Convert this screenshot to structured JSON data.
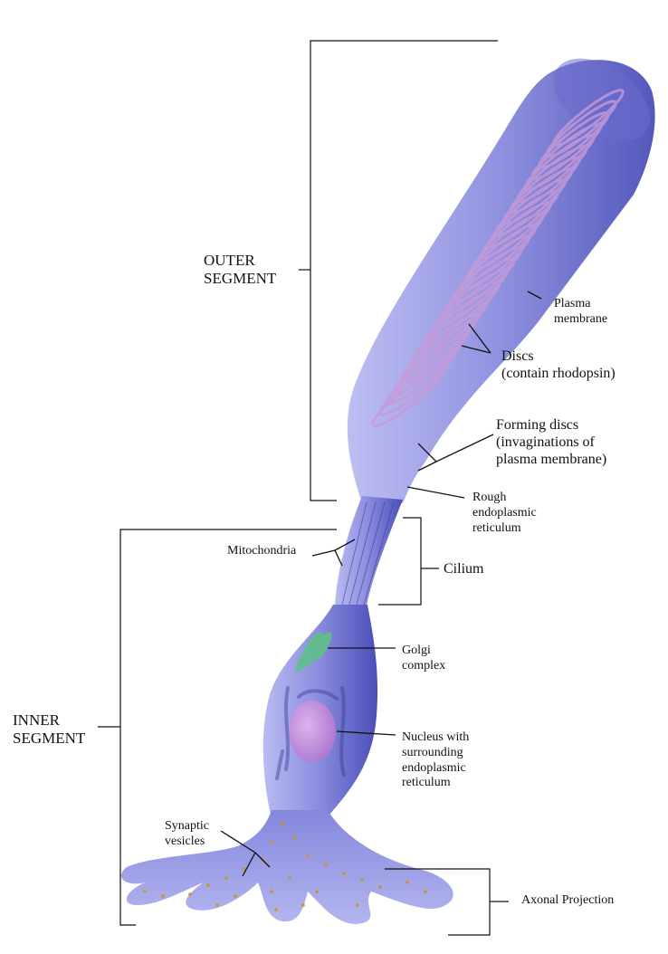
{
  "labels": {
    "outer_segment": "OUTER\nSEGMENT",
    "inner_segment": "INNER\nSEGMENT",
    "plasma_membrane": "Plasma\nmembrane",
    "discs": "Discs\n(contain rhodopsin)",
    "forming_discs": "Forming discs\n(invaginations of\nplasma membrane)",
    "rough_er": "Rough\nendoplasmic\nreticulum",
    "mitochondria": "Mitochondria",
    "cilium": "Cilium",
    "golgi": "Golgi\ncomplex",
    "nucleus": "Nucleus with\nsurrounding\nendoplasmic\nreticulum",
    "synaptic_vesicles": "Synaptic\nvesicles",
    "axonal_projection": "Axonal Projection"
  },
  "colors": {
    "cell_body": "#8f90e0",
    "cell_dark": "#4a4fb8",
    "disc": "#c79ad8",
    "golgi": "#5fc08a",
    "nucleus": "#c28ad6",
    "vesicle": "#c8962a",
    "line": "#111111"
  }
}
